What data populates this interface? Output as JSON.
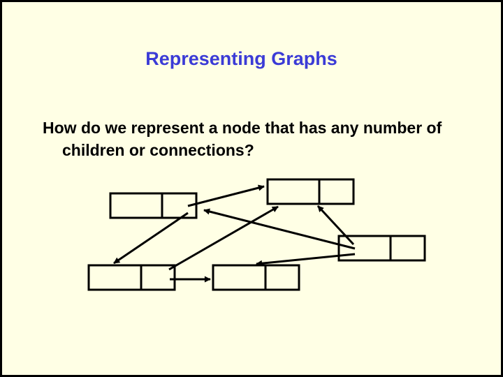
{
  "slide": {
    "title": "Representing Graphs",
    "question": "How do we represent a node that has any number of children or connections?"
  },
  "colors": {
    "background": "#ffffe5",
    "title": "#3b3bd6",
    "text": "#000000",
    "border": "#000000"
  },
  "diagram": {
    "node_count": 5,
    "edge_count": 7
  }
}
